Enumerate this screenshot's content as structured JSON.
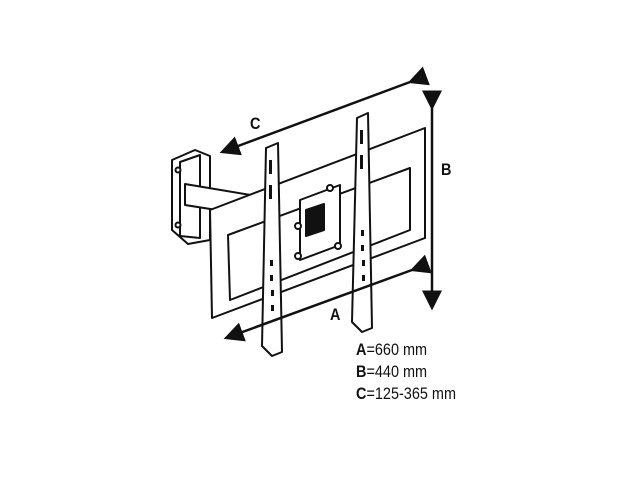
{
  "dimension_labels": {
    "a": "A",
    "b": "B",
    "c": "C"
  },
  "specs": [
    {
      "key": "A",
      "value": "660 mm"
    },
    {
      "key": "B",
      "value": "440 mm"
    },
    {
      "key": "C",
      "value": "125-365 mm"
    }
  ],
  "equals": "="
}
